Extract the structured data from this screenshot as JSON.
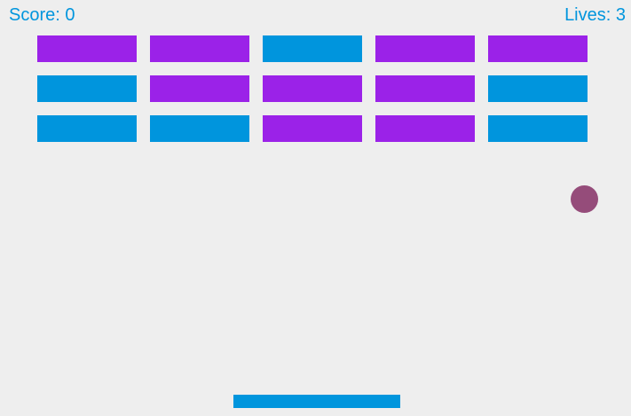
{
  "hud": {
    "score_text": "Score: 0",
    "lives_text": "Lives: 3"
  },
  "colors": {
    "background": "#eeeeee",
    "hud_text": "#0095dd",
    "blue": "#0095dd",
    "purple": "#9b22e8",
    "ball": "#954c7a",
    "paddle": "#0095dd"
  },
  "bricks": [
    [
      "purple",
      "purple",
      "blue",
      "purple",
      "purple"
    ],
    [
      "blue",
      "purple",
      "purple",
      "purple",
      "blue"
    ],
    [
      "blue",
      "blue",
      "purple",
      "purple",
      "blue"
    ]
  ]
}
